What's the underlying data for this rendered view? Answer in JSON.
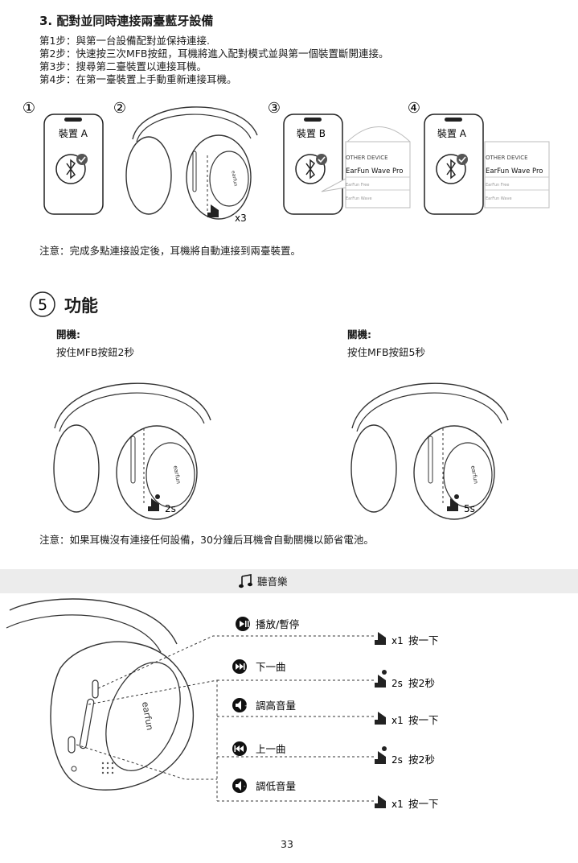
{
  "section3": {
    "heading": "3. 配對並同時連接兩臺藍牙設備",
    "steps": [
      "第1步：與第一台設備配對並保持連接.",
      "第2步：快速按三次MFB按鈕，耳機將進入配對模式並與第一個裝置斷開連接。",
      "第3步：搜尋第二臺裝置以連接耳機。",
      "第4步：在第一臺裝置上手動重新連接耳機。"
    ],
    "step_numbers": [
      "①",
      "②",
      "③",
      "④"
    ],
    "phone_a_label": "裝置 A",
    "phone_b_label": "裝置 B",
    "press_count": "x3",
    "popup": {
      "header": "OTHER DEVICE",
      "item1": "EarFun Wave Pro",
      "item2": "EarFun Free",
      "item3": "EarFun Wave"
    },
    "note": "注意：完成多點連接設定後，耳機將自動連接到兩臺裝置。"
  },
  "section5": {
    "number": "5",
    "title": "功能",
    "power_on_title": "開機:",
    "power_on_desc": "按住MFB按鈕2秒",
    "power_off_title": "關機:",
    "power_off_desc": "按住MFB按鈕5秒",
    "on_duration": "2s",
    "off_duration": "5s",
    "brand": "earfun",
    "note": "注意：如果耳機沒有連接任何設備，30分鐘后耳機會自動關機以節省電池。"
  },
  "music": {
    "title": "聽音樂",
    "items": [
      {
        "label": "播放/暫停",
        "press": "x1",
        "action": "按一下"
      },
      {
        "label": "下一曲",
        "press": "2s",
        "action": "按2秒"
      },
      {
        "label": "調高音量",
        "press": "x1",
        "action": "按一下"
      },
      {
        "label": "上一曲",
        "press": "2s",
        "action": "按2秒"
      },
      {
        "label": "調低音量",
        "press": "x1",
        "action": "按一下"
      }
    ]
  },
  "page_number": "33"
}
